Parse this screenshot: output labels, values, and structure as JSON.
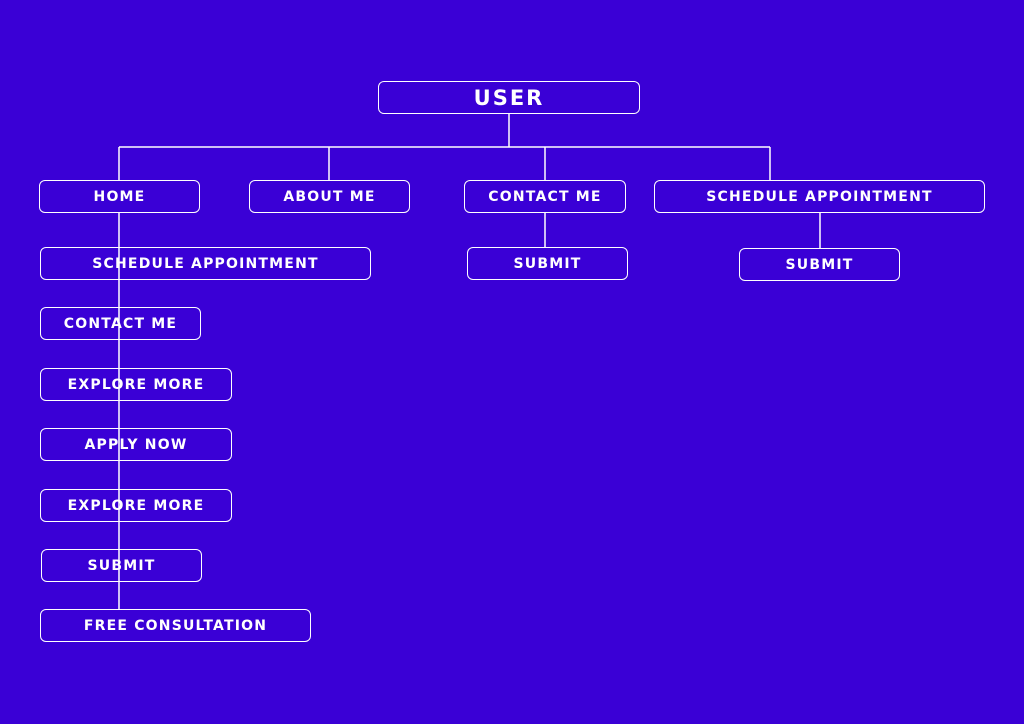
{
  "diagram": {
    "colors": {
      "background": "#3a00d6",
      "stroke": "#ffffff",
      "text": "#ffffff"
    },
    "root": {
      "label": "USER"
    },
    "branches": [
      {
        "label": "HOME",
        "children": [
          "SCHEDULE APPOINTMENT",
          "CONTACT ME",
          "EXPLORE MORE",
          "APPLY NOW",
          "EXPLORE MORE",
          "SUBMIT",
          "FREE CONSULTATION"
        ]
      },
      {
        "label": "ABOUT ME",
        "children": []
      },
      {
        "label": "CONTACT ME",
        "children": [
          "SUBMIT"
        ]
      },
      {
        "label": "SCHEDULE APPOINTMENT",
        "children": [
          "SUBMIT"
        ]
      }
    ]
  }
}
